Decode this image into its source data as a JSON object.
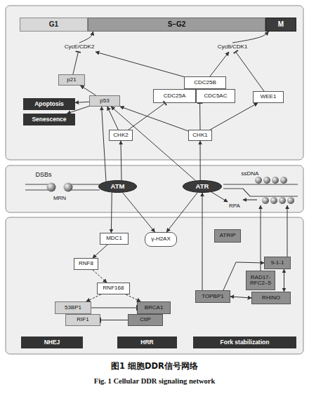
{
  "diagram": {
    "caption": "图1 细胞DDR信号网络",
    "nodes": [
      {
        "text": [
          "G1"
        ]
      },
      {
        "text": [
          "S–G2"
        ]
      },
      {
        "text": [
          "M"
        ]
      },
      {
        "text": [
          "CycE/CDK2"
        ]
      },
      {
        "text": [
          "CycB/CDK1"
        ]
      },
      {
        "text": [
          "p21"
        ]
      },
      {
        "text": [
          "CDC25B"
        ]
      },
      {
        "text": [
          "p53"
        ]
      },
      {
        "text": [
          "CDC25A"
        ]
      },
      {
        "text": [
          "CDC5AC"
        ]
      },
      {
        "text": [
          "WEE1"
        ]
      },
      {
        "text": [
          "Apoptosis"
        ]
      },
      {
        "text": [
          "Senescence"
        ]
      },
      {
        "text": [
          "CHK2"
        ]
      },
      {
        "text": [
          "CHK1"
        ]
      },
      {
        "text": [
          "ATM"
        ]
      },
      {
        "text": [
          "ATR"
        ]
      },
      {
        "text": [
          "RPA"
        ]
      },
      {
        "text": [
          "MDC1"
        ]
      },
      {
        "text": [
          "γ-H2AX"
        ]
      },
      {
        "text": [
          "ATRIP"
        ]
      },
      {
        "text": [
          "RNF8"
        ]
      },
      {
        "text": [
          "9-1-1"
        ]
      },
      {
        "text": [
          "RAD17- RFC2–5"
        ]
      },
      {
        "text": [
          "RNF168"
        ]
      },
      {
        "text": [
          "TOPBP1"
        ]
      },
      {
        "text": [
          "RHINO"
        ]
      },
      {
        "text": [
          "53BP1"
        ]
      },
      {
        "text": [
          "BRCA1"
        ]
      },
      {
        "text": [
          "RIF1"
        ]
      },
      {
        "text": [
          "CtIP"
        ]
      },
      {
        "text": [
          "NHEJ"
        ]
      },
      {
        "text": [
          "HRR"
        ]
      },
      {
        "text": [
          "Fork stabilization"
        ]
      }
    ],
    "edges": [
      {
        "from": 3,
        "to": 1,
        "arrow": "to"
      },
      {
        "from": 4,
        "to": 2,
        "arrow": "to"
      },
      {
        "from": 5,
        "to": 3,
        "arrow": "to"
      },
      {
        "from": 7,
        "to": 5,
        "arrow": "to"
      },
      {
        "from": 7,
        "to": 11,
        "arrow": "to"
      },
      {
        "from": 7,
        "to": 12,
        "arrow": "to"
      },
      {
        "from": 6,
        "to": 3,
        "arrow": "to"
      },
      {
        "from": 6,
        "to": 4,
        "arrow": "to"
      },
      {
        "from": 10,
        "to": 4,
        "arrow": "to"
      },
      {
        "from": 13,
        "to": 7,
        "arrow": "to"
      },
      {
        "from": 13,
        "to": 8,
        "arrow": "to"
      },
      {
        "from": 14,
        "to": 9,
        "arrow": "to"
      },
      {
        "from": 14,
        "to": 7,
        "arrow": "to"
      },
      {
        "from": 14,
        "to": 10,
        "arrow": "to"
      },
      {
        "from": 15,
        "to": 7,
        "arrow": "to"
      },
      {
        "from": 15,
        "to": 13,
        "arrow": "to"
      },
      {
        "from": 16,
        "to": 14,
        "arrow": "to"
      },
      {
        "from": 16,
        "to": 7,
        "arrow": "to"
      },
      {
        "from": 16,
        "to": 17,
        "arrow": "to"
      },
      {
        "from": 15,
        "to": 18,
        "arrow": "to"
      },
      {
        "from": 15,
        "to": 19,
        "arrow": "to"
      },
      {
        "from": 16,
        "to": 19,
        "arrow": "to"
      },
      {
        "from": 18,
        "to": 21,
        "arrow": "to"
      },
      {
        "from": 21,
        "to": 24,
        "arrow": "to"
      },
      {
        "from": 24,
        "to": 27,
        "arrow": "to"
      },
      {
        "from": 24,
        "to": 28,
        "arrow": "to"
      },
      {
        "from": 27,
        "to": 28,
        "arrow": "to"
      },
      {
        "from": 30,
        "to": 29,
        "arrow": "to"
      },
      {
        "from": 25,
        "to": 16,
        "arrow": "to"
      },
      {
        "from": 22,
        "to": 26,
        "arrow": "both"
      },
      {
        "from": 25,
        "to": 26,
        "arrow": "both"
      },
      {
        "from": 25,
        "to": 22,
        "arrow": "to"
      }
    ],
    "labels": [
      "DSBs",
      "MRN",
      "ssDNA",
      "Fig. 1 Cellular DDR signaling network"
    ]
  }
}
